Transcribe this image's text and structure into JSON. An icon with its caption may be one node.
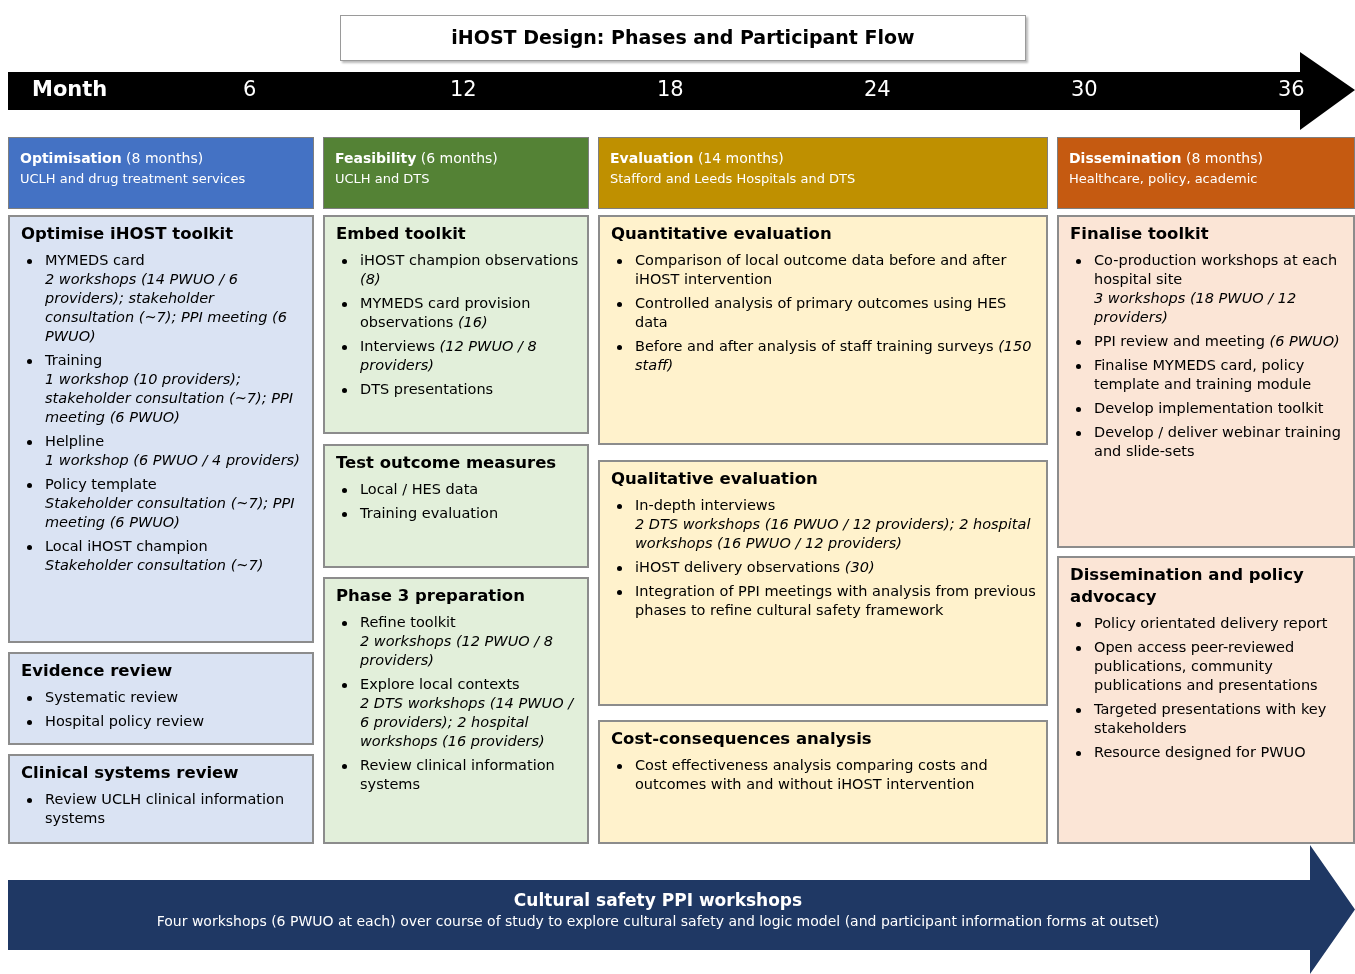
{
  "diagram": {
    "title": "iHOST Design: Phases and Participant Flow",
    "nodes": [
      {
        "text": [
          "**Optimisation** (8 months)",
          "UCLH and drug treatment services"
        ]
      },
      {
        "text": [
          "**Feasibility** (6 months)",
          "UCLH and DTS"
        ]
      },
      {
        "text": [
          "**Evaluation** (14 months)",
          "Stafford and Leeds Hospitals and DTS"
        ]
      },
      {
        "text": [
          "**Dissemination** (8 months)",
          "Healthcare, policy, academic"
        ]
      },
      {
        "text": [
          "Optimise iHOST toolkit",
          "MYMEDS card",
          "2 workshops (14 PWUO / 6 providers); stakeholder consultation (~7); PPI meeting (6 PWUO)",
          "Training",
          "1 workshop (10 providers); stakeholder consultation (~7); PPI meeting (6 PWUO)",
          "Helpline",
          "1 workshop (6 PWUO / 4 providers)",
          "Policy template",
          "Stakeholder consultation (~7); PPI meeting (6 PWUO)",
          "Local iHOST champion",
          "Stakeholder consultation (~7)"
        ]
      },
      {
        "text": [
          "Evidence review",
          "Systematic review",
          "Hospital policy review"
        ]
      },
      {
        "text": [
          "Clinical systems review",
          "Review UCLH clinical information systems"
        ]
      },
      {
        "text": [
          "Embed toolkit",
          "iHOST champion observations *(8)*",
          "MYMEDS card provision observations *(16)*",
          "Interviews *(12 PWUO / 8 providers)*",
          "DTS presentations"
        ]
      },
      {
        "text": [
          "Test outcome measures",
          "Local / HES data",
          "Training evaluation"
        ]
      },
      {
        "text": [
          "Phase 3 preparation",
          "Refine toolkit",
          "2 workshops (12 PWUO / 8 providers)",
          "Explore local contexts",
          "2 DTS workshops (14 PWUO / 6 providers); 2 hospital workshops (16 providers)",
          "Review clinical information systems"
        ]
      },
      {
        "text": [
          "Quantitative evaluation",
          "Comparison of local outcome data before and after iHOST intervention",
          "Controlled analysis of primary outcomes using HES data",
          "Before and after analysis of staff training surveys *(150 staff)*"
        ]
      },
      {
        "text": [
          "Qualitative evaluation",
          "In-depth interviews",
          "2 DTS workshops (16 PWUO / 12 providers); 2 hospital workshops (16 PWUO / 12 providers)",
          "iHOST delivery observations *(30)*",
          "Integration of PPI meetings with analysis from previous phases to refine cultural safety framework"
        ]
      },
      {
        "text": [
          "Cost-consequences analysis",
          "Cost effectiveness analysis comparing costs and outcomes with and without iHOST intervention"
        ]
      },
      {
        "text": [
          "Finalise toolkit",
          "Co-production workshops at each hospital site",
          "3 workshops (18 PWUO / 12 providers)",
          "PPI review and meeting *(6 PWUO)*",
          "Finalise MYMEDS card, policy template and training module",
          "Develop implementation toolkit",
          "Develop / deliver webinar training and slide-sets"
        ]
      },
      {
        "text": [
          "Dissemination and policy advocacy",
          "Policy orientated delivery report",
          "Open access peer-reviewed publications, community publications and presentations",
          "Targeted presentations with key stakeholders",
          "Resource designed for PWUO"
        ]
      },
      {
        "text": [
          "Cultural safety PPI workshops",
          "Four workshops (6 PWUO at each) over course of study to explore cultural safety and logic model (and participant information forms at outset)"
        ]
      }
    ],
    "labels": [
      "Month",
      "6",
      "12",
      "18",
      "24",
      "30",
      "36"
    ]
  }
}
